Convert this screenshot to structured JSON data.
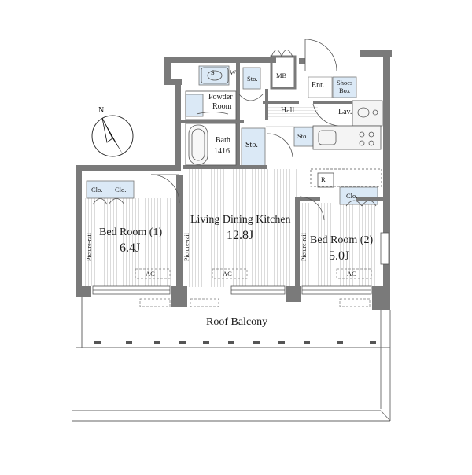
{
  "rooms": {
    "bedroom1": {
      "name": "Bed Room (1)",
      "size": "6.4J"
    },
    "ldk": {
      "name": "Living Dining Kitchen",
      "size": "12.8J"
    },
    "bedroom2": {
      "name": "Bed Room (2)",
      "size": "5.0J"
    },
    "bath": {
      "name": "Bath",
      "size": "1416"
    },
    "powder": {
      "line1": "Powder",
      "line2": "Room"
    },
    "balcony": {
      "name": "Roof Balcony"
    }
  },
  "labels": {
    "hall": "Hall",
    "lav": "Lav.",
    "ent": "Ent.",
    "shoes1": "Shoes",
    "shoes2": "Box",
    "mb": "MB",
    "sto": "Sto.",
    "clo": "Clo.",
    "ac": "AC",
    "r": "R",
    "picture_rail": "Picture-rail",
    "s": "S",
    "w": "W",
    "compass_n": "N"
  },
  "colors": {
    "wall": "#7a7a7a",
    "storage": "#dbe9f6",
    "line": "#555555"
  }
}
